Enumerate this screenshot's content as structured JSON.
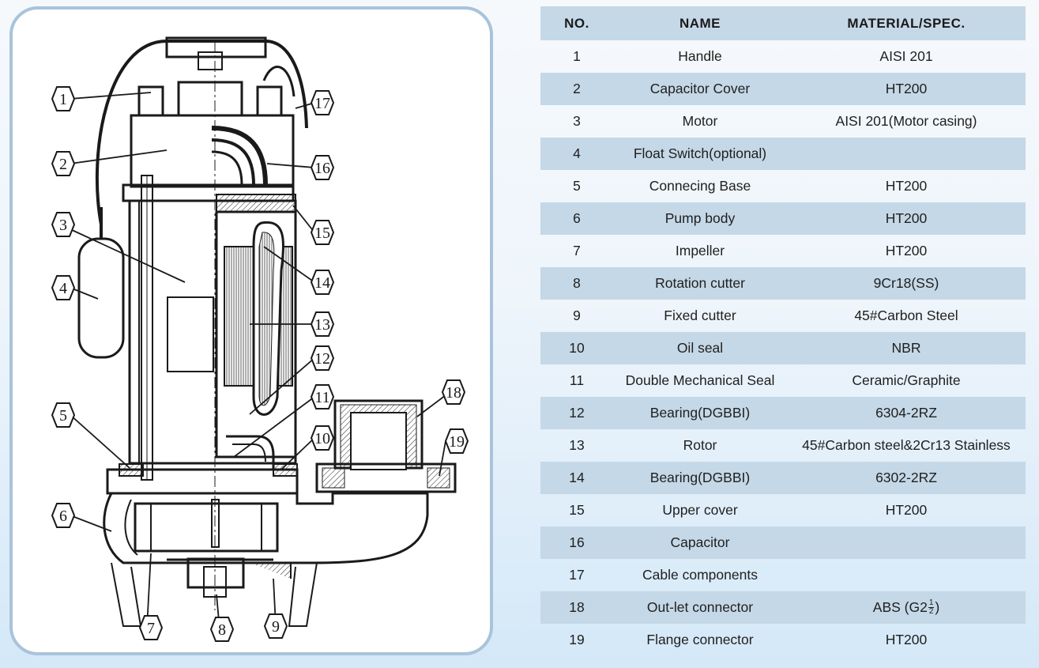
{
  "table": {
    "headers": {
      "no": "NO.",
      "name": "NAME",
      "material": "MATERIAL/SPEC."
    },
    "rows": [
      {
        "no": "1",
        "name": "Handle",
        "material": "AISI 201"
      },
      {
        "no": "2",
        "name": "Capacitor Cover",
        "material": "HT200"
      },
      {
        "no": "3",
        "name": "Motor",
        "material": "AISI 201(Motor casing)"
      },
      {
        "no": "4",
        "name": "Float Switch(optional)",
        "material": ""
      },
      {
        "no": "5",
        "name": "Connecing Base",
        "material": "HT200"
      },
      {
        "no": "6",
        "name": "Pump body",
        "material": "HT200"
      },
      {
        "no": "7",
        "name": "Impeller",
        "material": "HT200"
      },
      {
        "no": "8",
        "name": "Rotation cutter",
        "material": "9Cr18(SS)"
      },
      {
        "no": "9",
        "name": "Fixed cutter",
        "material": "45#Carbon Steel"
      },
      {
        "no": "10",
        "name": "Oil seal",
        "material": "NBR"
      },
      {
        "no": "11",
        "name": "Double Mechanical Seal",
        "material": "Ceramic/Graphite"
      },
      {
        "no": "12",
        "name": "Bearing(DGBBI)",
        "material": "6304-2RZ"
      },
      {
        "no": "13",
        "name": "Rotor",
        "material": "45#Carbon steel&2Cr13 Stainless"
      },
      {
        "no": "14",
        "name": "Bearing(DGBBI)",
        "material": "6302-2RZ"
      },
      {
        "no": "15",
        "name": "Upper cover",
        "material": "HT200"
      },
      {
        "no": "16",
        "name": "Capacitor",
        "material": ""
      },
      {
        "no": "17",
        "name": "Cable components",
        "material": ""
      },
      {
        "no": "18",
        "name": "Out-let connector",
        "material": "ABS (G2",
        "material_fraction": {
          "numerator": "1",
          "denominator": "2"
        },
        "material_suffix": ")"
      },
      {
        "no": "19",
        "name": "Flange connector",
        "material": "HT200"
      }
    ]
  },
  "diagram": {
    "callouts": [
      "1",
      "2",
      "3",
      "4",
      "5",
      "6",
      "7",
      "8",
      "9",
      "10",
      "11",
      "12",
      "13",
      "14",
      "15",
      "16",
      "17",
      "18",
      "19"
    ]
  },
  "colors": {
    "panel_border": "#a9c3db",
    "row_stripe": "#c5d8e7",
    "line": "#1a1a1a"
  }
}
